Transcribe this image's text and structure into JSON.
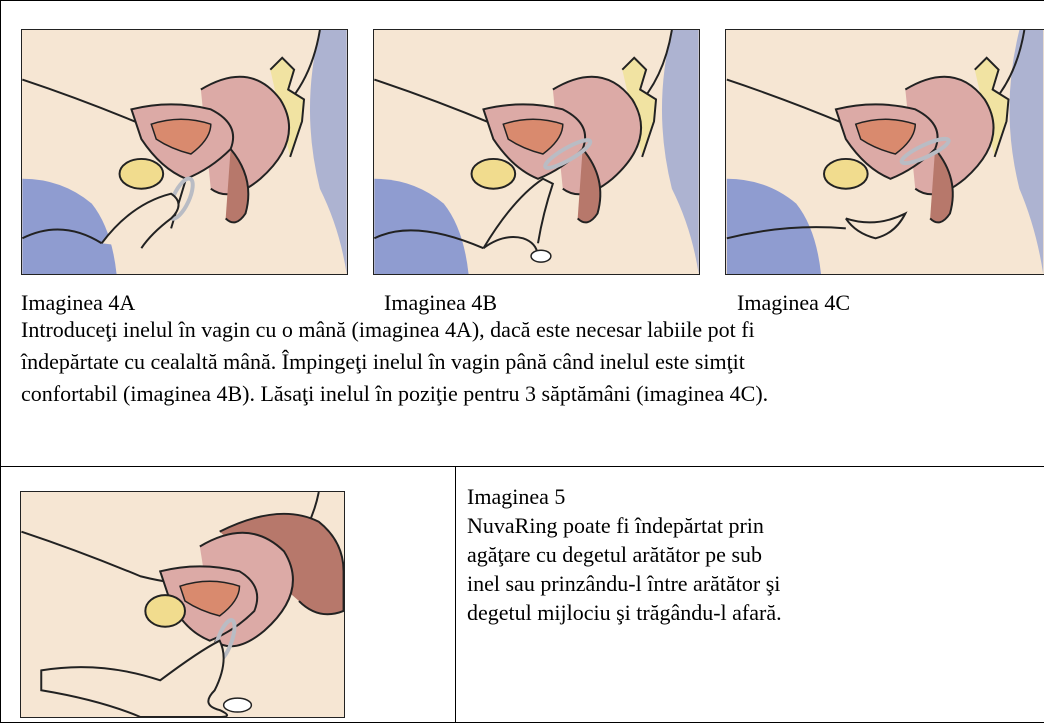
{
  "section_top": {
    "captions": [
      "Imaginea 4A",
      "Imaginea 4B",
      "Imaginea 4C"
    ],
    "instruction_lines": [
      "Introduceţi inelul în vagin cu o mână (imaginea 4A), dacă este necesar labiile pot fi",
      "îndepărtate cu cealaltă mână. Împingeţi inelul în vagin până când inelul este simţit",
      "confortabil (imaginea 4B). Lăsaţi inelul în poziţie pentru 3 săptămâni (imaginea 4C)."
    ]
  },
  "section_bottom": {
    "caption": "Imaginea 5",
    "description_lines": [
      "NuvaRing poate fi îndepărtat prin",
      "agăţare cu degetul arătător pe sub",
      "inel sau prinzându-l între arătător şi",
      "degetul mijlociu şi trăgându-l afară."
    ]
  },
  "colors": {
    "skin": "#f6e6d3",
    "background_blue": "#8f9cd0",
    "uterus_pink": "#dcaaa6",
    "organ_red": "#d98a6e",
    "rectum_brown": "#b7786b",
    "bladder_yellow": "#f1dc8e",
    "spine_yellow": "#f1e3a2",
    "ring_grey": "#b9bcc4"
  }
}
